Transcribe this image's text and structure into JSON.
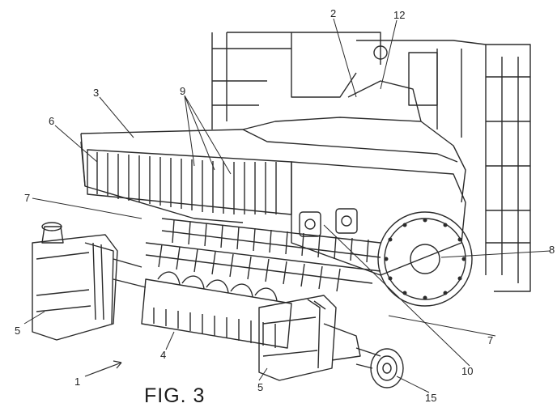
{
  "figure": {
    "caption": "FIG. 3"
  },
  "labels": {
    "l1": "1",
    "l2": "2",
    "l3": "3",
    "l4": "4",
    "l5a": "5",
    "l5b": "5",
    "l6": "6",
    "l7a": "7",
    "l7b": "7",
    "l8": "8",
    "l9": "9",
    "l10": "10",
    "l12": "12",
    "l15": "15"
  },
  "style": {
    "line": "#2b2b2b",
    "paper": "#ffffff",
    "shade": "#cfcfcf"
  }
}
